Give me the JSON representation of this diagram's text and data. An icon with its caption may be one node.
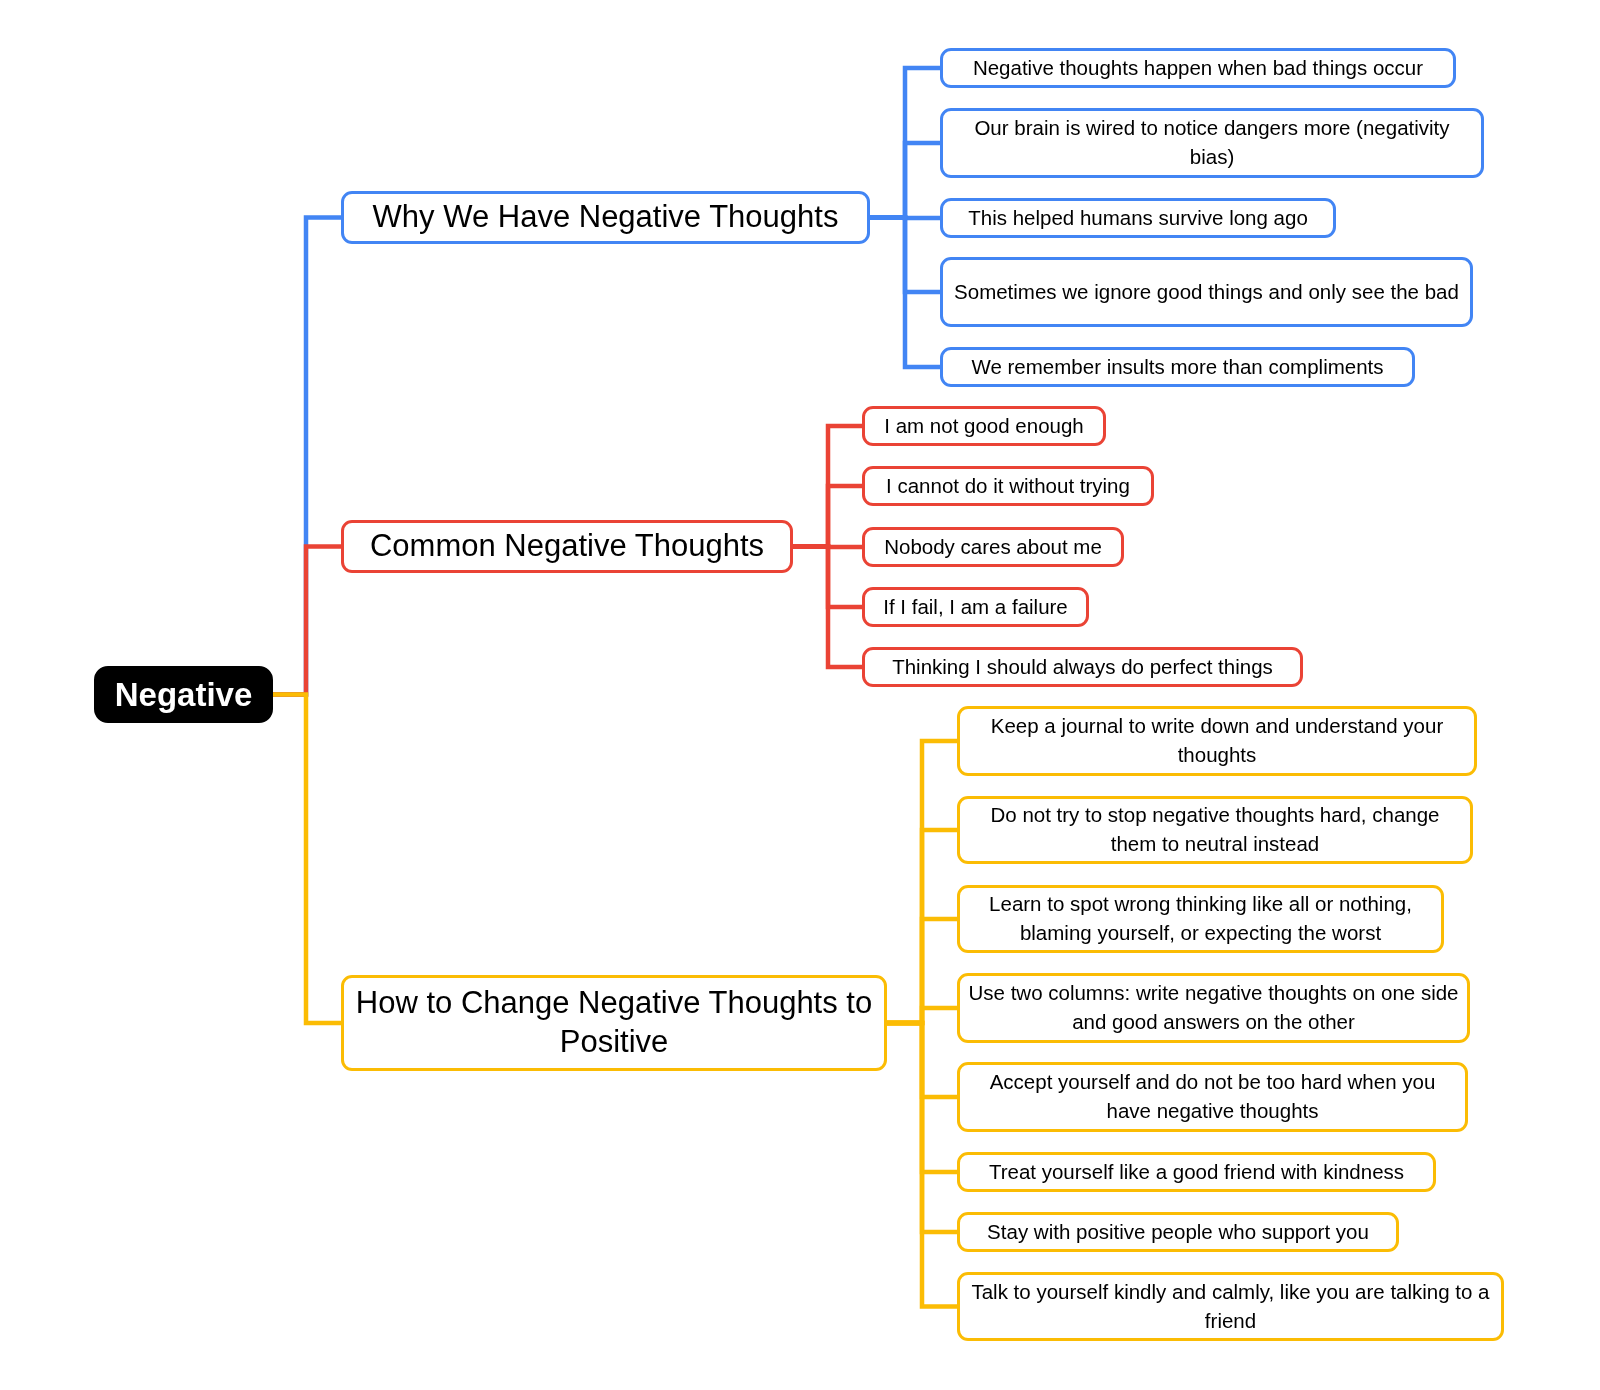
{
  "diagram": {
    "nodes": [
      {
        "text": [
          "Negative"
        ]
      },
      {
        "text": [
          "Why We Have Negative Thoughts"
        ]
      },
      {
        "text": [
          "Negative thoughts happen when bad things occur"
        ]
      },
      {
        "text": [
          "Our brain is wired to notice dangers more (negativity bias)"
        ]
      },
      {
        "text": [
          "This helped humans survive long ago"
        ]
      },
      {
        "text": [
          "Sometimes we ignore good things and only see the bad"
        ]
      },
      {
        "text": [
          "We remember insults more than compliments"
        ]
      },
      {
        "text": [
          "Common Negative Thoughts"
        ]
      },
      {
        "text": [
          "I am not good enough"
        ]
      },
      {
        "text": [
          "I cannot do it without trying"
        ]
      },
      {
        "text": [
          "Nobody cares about me"
        ]
      },
      {
        "text": [
          "If I fail, I am a failure"
        ]
      },
      {
        "text": [
          "Thinking I should always do perfect things"
        ]
      },
      {
        "text": [
          "How to Change Negative Thoughts to Positive"
        ]
      },
      {
        "text": [
          "Keep a journal to write down and understand your thoughts"
        ]
      },
      {
        "text": [
          "Do not try to stop negative thoughts hard, change them to neutral instead"
        ]
      },
      {
        "text": [
          "Learn to spot wrong thinking like all or nothing, blaming yourself, or expecting the worst"
        ]
      },
      {
        "text": [
          "Use two columns: write negative thoughts on one side and good answers on the other"
        ]
      },
      {
        "text": [
          "Accept yourself and do not be too hard when you have negative thoughts"
        ]
      },
      {
        "text": [
          "Treat yourself like a good friend with kindness"
        ]
      },
      {
        "text": [
          "Stay with positive people who support you"
        ]
      },
      {
        "text": [
          "Talk to yourself kindly and calmly, like you are talking to a friend"
        ]
      }
    ],
    "edges": [
      {
        "from": 0,
        "to": 1,
        "arrow": "none",
        "color": "#4285f4"
      },
      {
        "from": 1,
        "to": 2,
        "arrow": "none",
        "color": "#4285f4"
      },
      {
        "from": 1,
        "to": 3,
        "arrow": "none",
        "color": "#4285f4"
      },
      {
        "from": 1,
        "to": 4,
        "arrow": "none",
        "color": "#4285f4"
      },
      {
        "from": 1,
        "to": 5,
        "arrow": "none",
        "color": "#4285f4"
      },
      {
        "from": 1,
        "to": 6,
        "arrow": "none",
        "color": "#4285f4"
      },
      {
        "from": 0,
        "to": 7,
        "arrow": "none",
        "color": "#ea4335"
      },
      {
        "from": 7,
        "to": 8,
        "arrow": "none",
        "color": "#ea4335"
      },
      {
        "from": 7,
        "to": 9,
        "arrow": "none",
        "color": "#ea4335"
      },
      {
        "from": 7,
        "to": 10,
        "arrow": "none",
        "color": "#ea4335"
      },
      {
        "from": 7,
        "to": 11,
        "arrow": "none",
        "color": "#ea4335"
      },
      {
        "from": 7,
        "to": 12,
        "arrow": "none",
        "color": "#ea4335"
      },
      {
        "from": 0,
        "to": 13,
        "arrow": "none",
        "color": "#fbbc04"
      },
      {
        "from": 13,
        "to": 14,
        "arrow": "none",
        "color": "#fbbc04"
      },
      {
        "from": 13,
        "to": 15,
        "arrow": "none",
        "color": "#fbbc04"
      },
      {
        "from": 13,
        "to": 16,
        "arrow": "none",
        "color": "#fbbc04"
      },
      {
        "from": 13,
        "to": 17,
        "arrow": "none",
        "color": "#fbbc04"
      },
      {
        "from": 13,
        "to": 18,
        "arrow": "none",
        "color": "#fbbc04"
      },
      {
        "from": 13,
        "to": 19,
        "arrow": "none",
        "color": "#fbbc04"
      },
      {
        "from": 13,
        "to": 20,
        "arrow": "none",
        "color": "#fbbc04"
      },
      {
        "from": 13,
        "to": 21,
        "arrow": "none",
        "color": "#fbbc04"
      }
    ]
  }
}
